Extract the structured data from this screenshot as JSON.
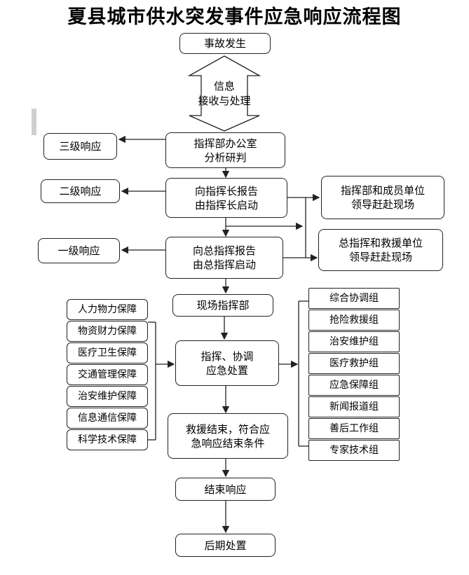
{
  "title": "夏县城市供水突发事件应急响应流程图",
  "flow": {
    "incident": "事故发生",
    "info_line1": "信息",
    "info_line2": "接收与处理",
    "office_line1": "指挥部办公室",
    "office_line2": "分析研判",
    "report_chief_line1": "向指挥长报告",
    "report_chief_line2": "由指挥长启动",
    "report_general_line1": "向总指挥报告",
    "report_general_line2": "由总指挥启动",
    "field_hq": "现场指挥部",
    "coordinate_line1": "指挥、协调",
    "coordinate_line2": "应急处置",
    "rescue_end_line1": "救援结束，符合应",
    "rescue_end_line2": "急响应结束条件",
    "end_response": "结束响应",
    "aftermath": "后期处置"
  },
  "levels": {
    "level3": "三级响应",
    "level2": "二级响应",
    "level1": "一级响应"
  },
  "leaders": {
    "hq_units_line1": "指挥部和成员单位",
    "hq_units_line2": "领导赶赴现场",
    "general_units_line1": "总指挥和救援单位",
    "general_units_line2": "领导赶赴现场"
  },
  "guarantees": [
    "人力物力保障",
    "物资财力保障",
    "医疗卫生保障",
    "交通管理保障",
    "治安维护保障",
    "信息通信保障",
    "科学技术保障"
  ],
  "groups": [
    "综合协调组",
    "抢险救援组",
    "治安维护组",
    "医疗救护组",
    "应急保障组",
    "新闻报道组",
    "善后工作组",
    "专家技术组"
  ]
}
